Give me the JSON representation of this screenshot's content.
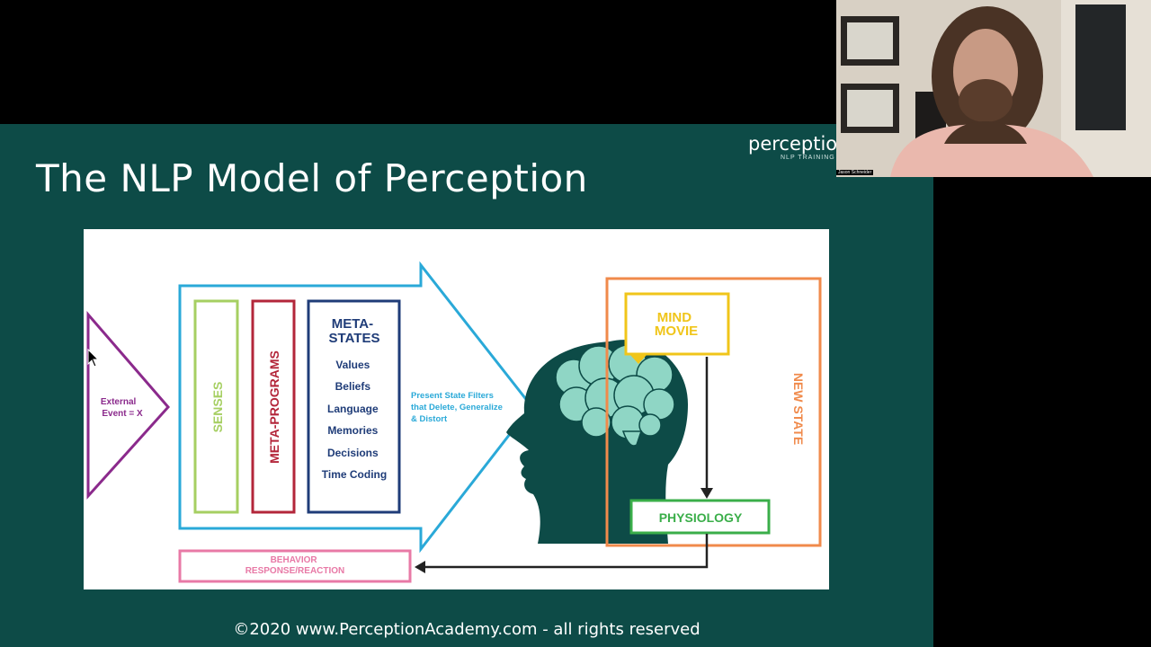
{
  "slide": {
    "title": "The NLP Model of Perception",
    "logo_text": "perception",
    "logo_sub": "NLP TRAINING -",
    "footer": "©2020  www.PerceptionAcademy.com - all rights reserved"
  },
  "diagram": {
    "external_event": [
      "External",
      "Event = X"
    ],
    "senses": "SENSES",
    "meta_programs": "META-PROGRAMS",
    "meta_states_title": [
      "META-",
      "STATES"
    ],
    "meta_states_items": [
      "Values",
      "Beliefs",
      "Language",
      "Memories",
      "Decisions",
      "Time Coding"
    ],
    "filters_text": [
      "Present State Filters",
      "that Delete, Generalize",
      "& Distort"
    ],
    "mind_movie": [
      "MIND",
      "MOVIE"
    ],
    "new_state": "NEW STATE",
    "physiology": "PHYSIOLOGY",
    "behavior": [
      "BEHAVIOR",
      "RESPONSE/REACTION"
    ]
  },
  "colors": {
    "slide_bg": "#0d4b47",
    "event_purple": "#8b2a8c",
    "senses_green": "#a6cf62",
    "metaprograms_red": "#b3263a",
    "metastates_navy": "#1f3c78",
    "arrow_blue": "#2aa9d8",
    "head_teal": "#0d4b47",
    "brain_mint": "#8fd6c5",
    "mind_movie_yellow": "#f0c51a",
    "new_state_orange": "#f08a4b",
    "physiology_green": "#3aae49",
    "behavior_pink": "#e879a6"
  },
  "webcam": {
    "name_tag": "Jason Schneider"
  }
}
